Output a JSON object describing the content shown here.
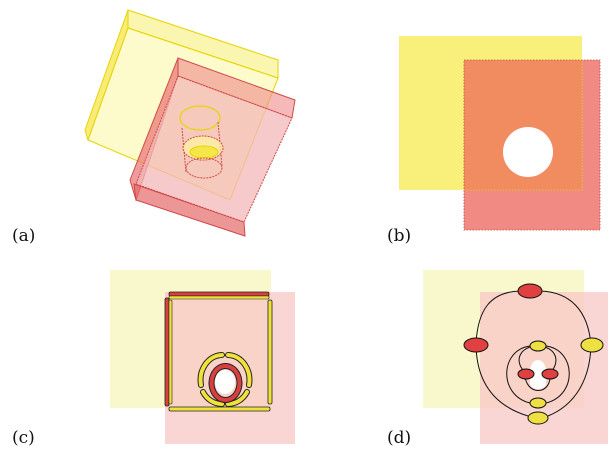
{
  "panels": [
    {
      "id": "a",
      "label": "(a)"
    },
    {
      "id": "b",
      "label": "(b)"
    },
    {
      "id": "c",
      "label": "(c)"
    },
    {
      "id": "d",
      "label": "(d)"
    }
  ],
  "colors": {
    "yellow_fill": "#f7f07a",
    "yellow_edge": "#e6d400",
    "red_fill": "#f2b3b3",
    "red_edge": "#e06060",
    "orange_overlap": "#f08c60",
    "pale_yellow": "#f8f8cc",
    "pale_pink": "#f9d6d4",
    "red_node": "#e04040",
    "yellow_node": "#eee040",
    "outline": "#111111"
  }
}
